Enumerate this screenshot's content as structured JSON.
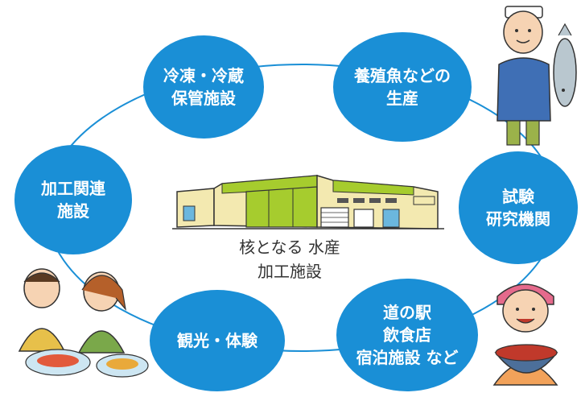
{
  "diagram": {
    "center": {
      "line1": "核となる",
      "line2": "水産加工施設"
    },
    "nodes": {
      "cold_storage": {
        "line1": "冷凍・冷蔵",
        "line2": "保管施設"
      },
      "aquaculture": {
        "line1": "養殖魚などの",
        "line2": "生産"
      },
      "processing": {
        "line1": "加工関連",
        "line2": "施設"
      },
      "research": {
        "line1": "試験",
        "line2": "研究機関"
      },
      "tourism": {
        "line1": "観光・体験"
      },
      "roadside": {
        "line1": "道の駅",
        "line2": "飲食店",
        "line3": "宿泊施設 など"
      }
    },
    "colors": {
      "node": "#1a8fd6",
      "connector": "#1a8fd6",
      "building_accent": "#a6cc2e"
    }
  }
}
